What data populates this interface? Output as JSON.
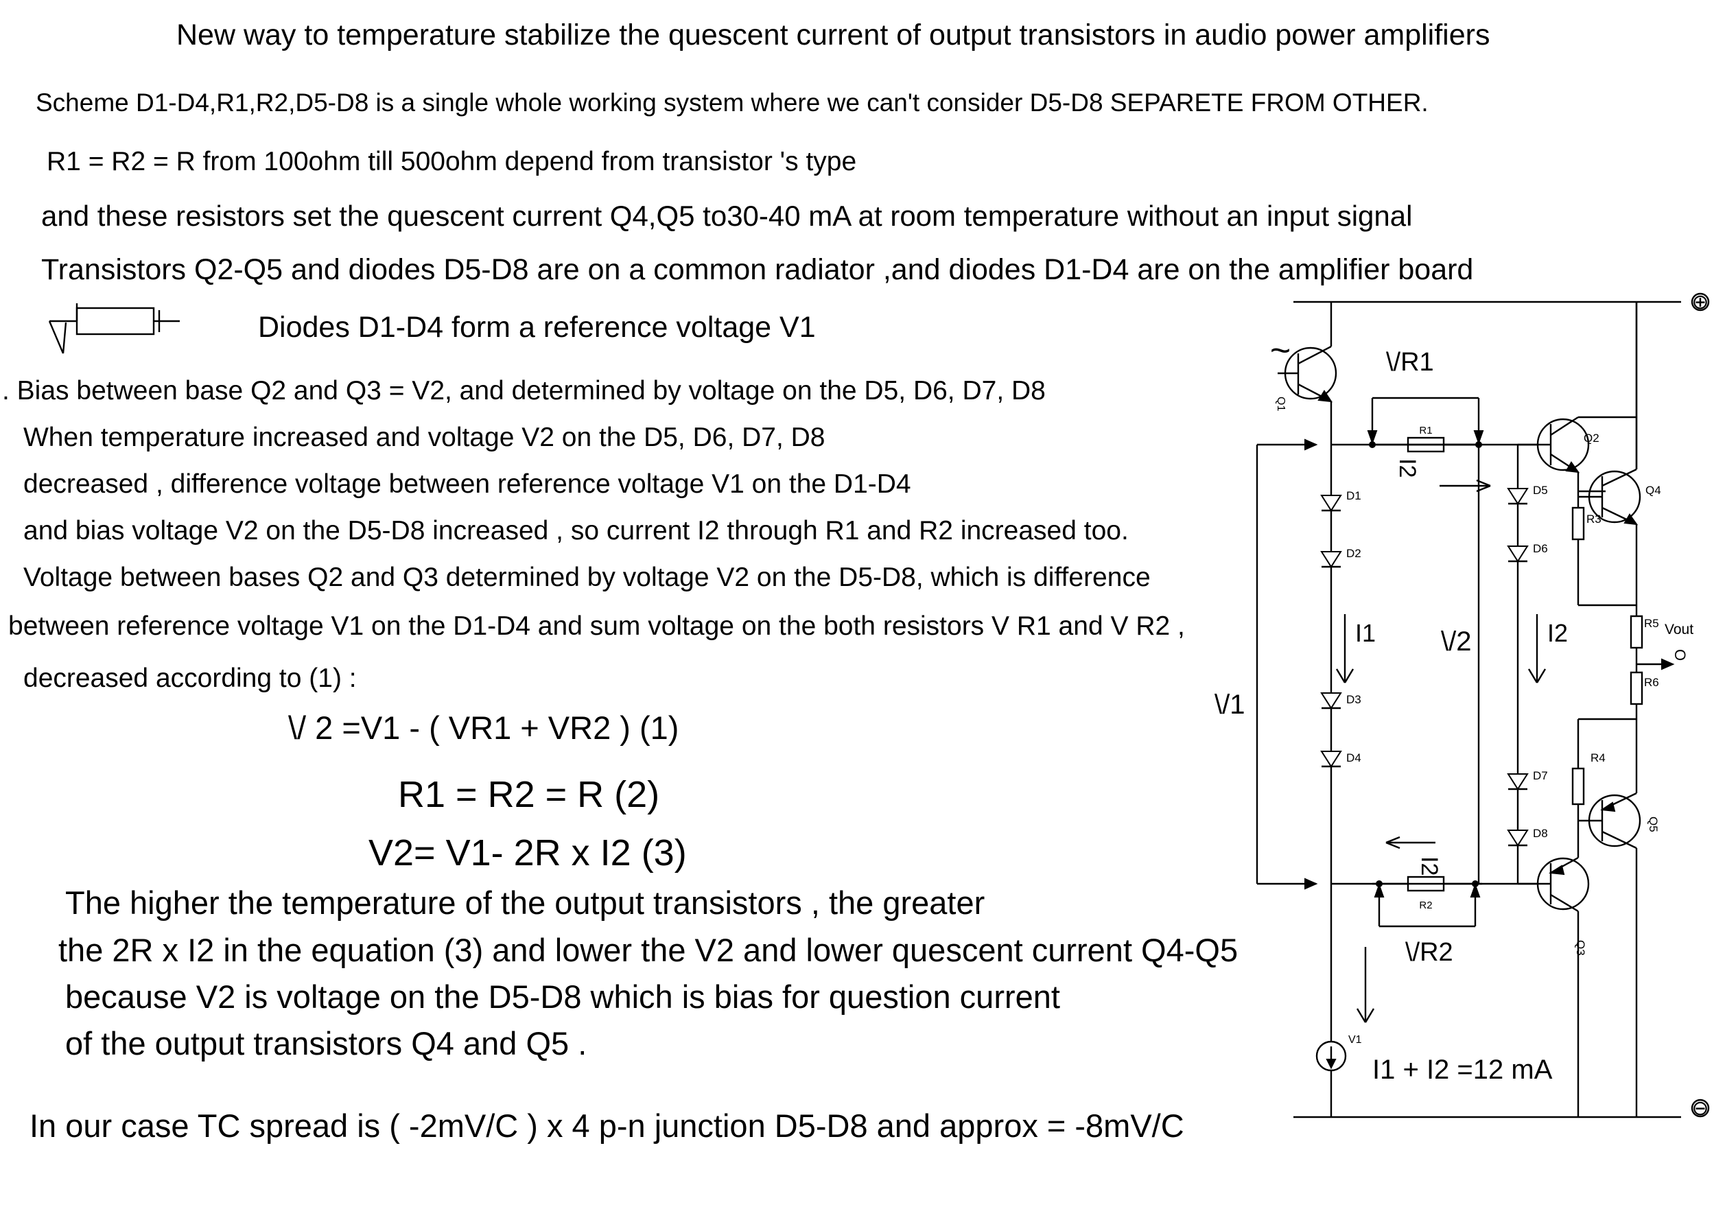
{
  "title": "New way to temperature stabilize the quescent  current of output transistors in audio power amplifiers",
  "intro": [
    "Scheme D1-D4,R1,R2,D5-D8 is  a single whole  working system where we can't consider D5-D8 SEPARETE FROM OTHER.",
    "R1 = R2 = R from 100ohm till 500ohm depend from  transistor 's type",
    "and these resistors set the quescent  current Q4,Q5 to30-40 mA at room temperature without an input signal",
    "Transistors Q2-Q5 and diodes D5-D8 are on a common radiator ,and diodes D1-D4 are on the amplifier board"
  ],
  "legend_text": "Diodes D1-D4 form a reference voltage V1",
  "explanation": [
    ". Bias  between  base Q2  and Q3 = V2, and determined by voltage   on the D5, D6, D7, D8",
    "When  temperature  increased  and voltage V2  on the D5, D6, D7, D8",
    "decreased   , difference voltage between reference voltage  V1 on the  D1-D4",
    "and bias voltage V2  on the  D5-D8    increased , so current  I2  through R1 and R2 increased too.",
    "Voltage between bases Q2 and Q3 determined by voltage V2 on the D5-D8, which is difference",
    "between  reference voltage V1 on the D1-D4   and  sum  voltage on the both resistors V R1 and V R2 ,",
    "decreased  according to (1) :"
  ],
  "equations": {
    "eq1": "\\/ 2 =V1 - ( VR1 + VR2 )    (1)",
    "eq2": "R1 = R2 = R      (2)",
    "eq3": "V2= V1- 2R x I2    (3)"
  },
  "conclusion": [
    "The higher the temperature of the output transistors , the greater",
    "the 2R x I2 in the equation  (3) and lower the V2 and lower quescent current Q4-Q5",
    "because   V2 is voltage on the D5-D8 which is bias for question current",
    "of the output transistors Q4 and Q5 ."
  ],
  "footer": "In our case  TC spread is  ( -2mV/C ) x 4  p-n junction D5-D8  and approx = -8mV/C",
  "schematic": {
    "plus_symbol": "⊕",
    "minus_symbol": "⊖",
    "ac_symbol": "~",
    "transistors": [
      "Q1",
      "Q2",
      "Q3",
      "Q4",
      "Q5"
    ],
    "diodes": [
      "D1",
      "D2",
      "D3",
      "D4",
      "D5",
      "D6",
      "D7",
      "D8"
    ],
    "resistors": [
      "R1",
      "R2",
      "R3",
      "R4",
      "R5",
      "R6"
    ],
    "sources": [
      "V1"
    ],
    "voltage_labels": {
      "vr1": "\\/R1",
      "vr2": "\\/R2",
      "v1": "\\/1",
      "v2": "\\/2"
    },
    "current_labels": {
      "i1": "I1",
      "i2_left": "I2",
      "i2_top": "I2",
      "i2_bottom": "I2"
    },
    "output_label": "Vout",
    "output_node": "O",
    "current_sum": "I1 + I2 =12 mA"
  }
}
